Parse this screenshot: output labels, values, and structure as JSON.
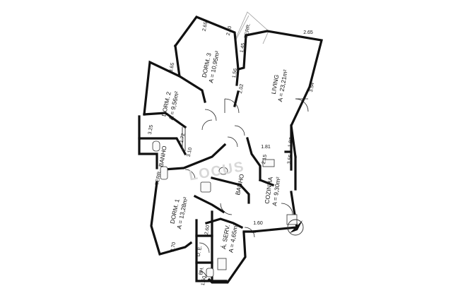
{
  "rooms": {
    "dorm3": {
      "name": "DORM. 3",
      "area": "A = 10,95m²"
    },
    "living": {
      "name": "LIVING",
      "area": "A = 23,21m²"
    },
    "dorm2": {
      "name": "DORM. 2",
      "area": "A = 9,56m²"
    },
    "dorm1": {
      "name": "DORM. 1",
      "area": "A = 13,28m²"
    },
    "cozinha": {
      "name": "COZINHA",
      "area": "A = 9,30m²"
    },
    "aserv": {
      "name": "Á. SERV.",
      "area": "A = 4,65m²"
    },
    "banho_a": {
      "name": "BANHO"
    },
    "banho_b": {
      "name": "BANHO"
    },
    "terr_top": {
      "name": "TERR."
    },
    "terr_left": {
      "name": "TERR."
    },
    "de": {
      "name": "D. E."
    },
    "bh": {
      "name": "BH."
    }
  },
  "dimensions": {
    "d_265_top": "2.65",
    "d_210": "2.10",
    "d_265_right": "2.65",
    "d_145": "1.45",
    "d_156": "1.56",
    "d_354": "3.54",
    "d_202": "2.02",
    "d_365": "3.65",
    "d_325": "3.25",
    "d_172": "1.72",
    "d_310": "3.10",
    "d_181": "1.81",
    "d_187": "1.87",
    "d_215": "2.15",
    "d_355": "3.55",
    "d_260": "2.60",
    "d_160": "1.60",
    "d_270": "2.70",
    "d_150": "1.50"
  },
  "watermark": "LOCUS"
}
